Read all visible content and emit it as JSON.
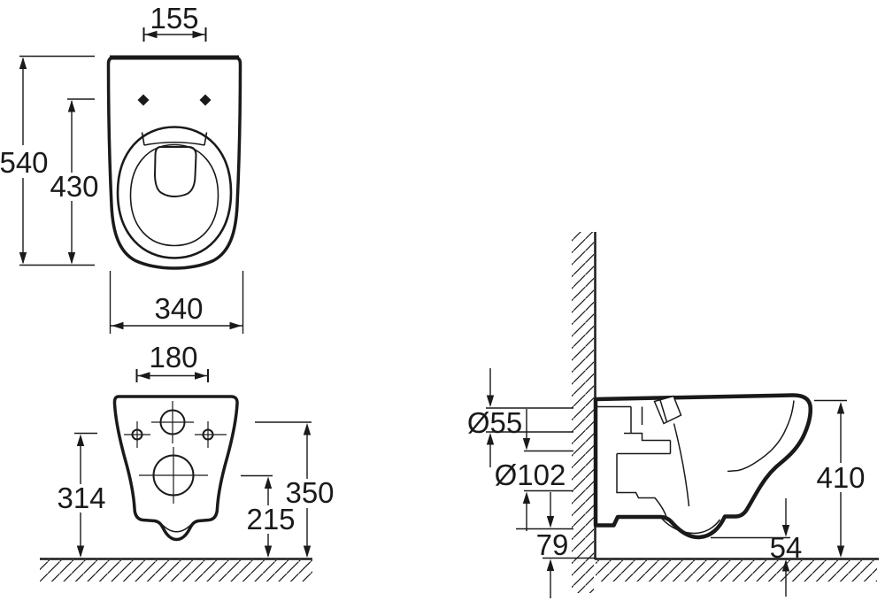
{
  "drawing": {
    "views": {
      "top": {
        "dims": {
          "bolt_spacing": "155",
          "total_depth": "540",
          "bowl_depth": "430",
          "width": "340"
        }
      },
      "front": {
        "dims": {
          "bolt_spacing": "180",
          "bolt_height": "314",
          "inlet_height": "350",
          "outlet_height": "215"
        }
      },
      "side": {
        "dims": {
          "inlet_diameter": "Ø55",
          "outlet_diameter": "Ø102",
          "outlet_base_height": "79",
          "rim_height": "410",
          "bowl_clearance": "54"
        }
      }
    },
    "colors": {
      "line": "#1a1a1a",
      "background": "#ffffff"
    }
  }
}
